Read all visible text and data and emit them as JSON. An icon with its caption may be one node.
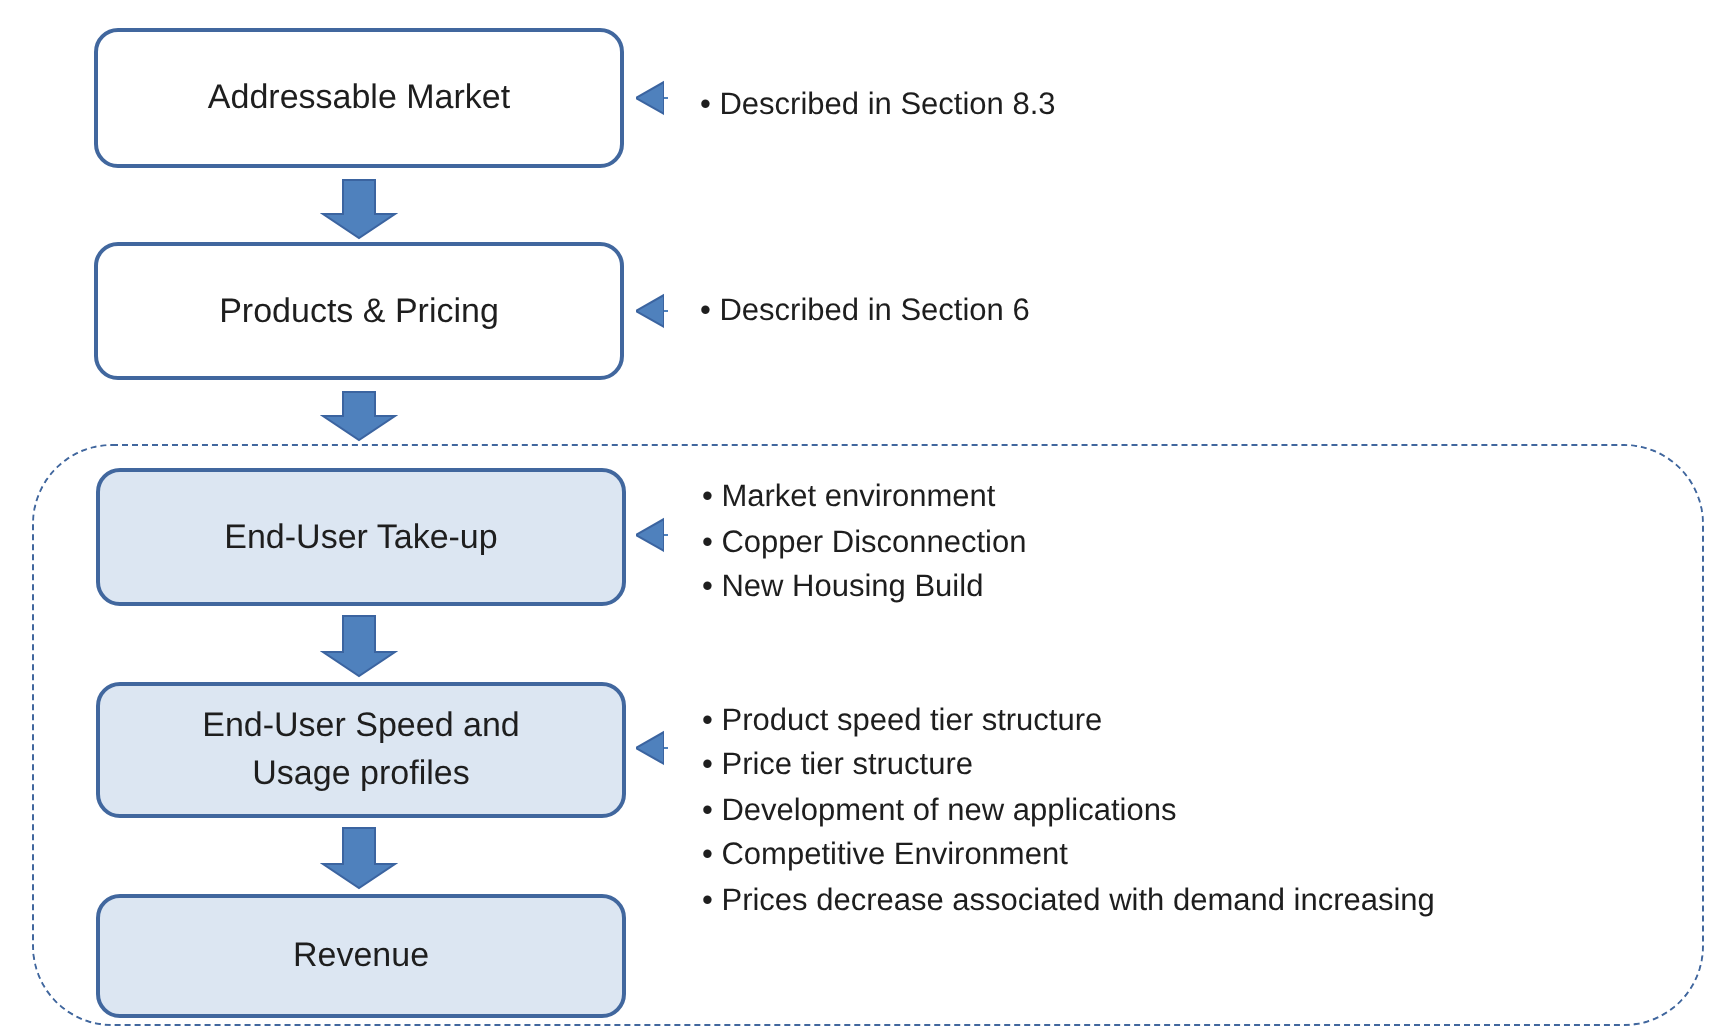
{
  "diagram": {
    "nodes": [
      {
        "text": [
          "Addressable Market"
        ]
      },
      {
        "text": [
          "Products & Pricing"
        ]
      },
      {
        "text": [],
        "shape": "box"
      },
      {
        "text": [
          "End-User Take-up"
        ],
        "in": 2
      },
      {
        "text": [
          "End-User Speed and Usage profiles"
        ],
        "in": 2
      },
      {
        "text": [
          "Revenue"
        ],
        "in": 2
      },
      {
        "text": [
          "• Described in Section 8.3"
        ]
      },
      {
        "text": [
          "• Described in Section 6"
        ]
      },
      {
        "text": [
          "• Market environment",
          "• Copper Disconnection",
          "• New Housing Build"
        ],
        "in": 2
      },
      {
        "text": [
          "• Product speed tier structure",
          "• Price tier structure",
          "• Development of new applications",
          "• Competitive Environment",
          "• Prices decrease associated with demand increasing"
        ],
        "in": 2
      }
    ],
    "edges": [
      {
        "from": 0,
        "to": 1,
        "arrow": "to"
      },
      {
        "from": 1,
        "to": 2,
        "arrow": "to"
      },
      {
        "from": 3,
        "to": 4,
        "arrow": "to"
      },
      {
        "from": 4,
        "to": 5,
        "arrow": "to"
      },
      {
        "from": 6,
        "to": 0,
        "arrow": "to"
      },
      {
        "from": 7,
        "to": 1,
        "arrow": "to"
      },
      {
        "from": 8,
        "to": 3,
        "arrow": "to"
      },
      {
        "from": 9,
        "to": 4,
        "arrow": "to"
      }
    ]
  }
}
